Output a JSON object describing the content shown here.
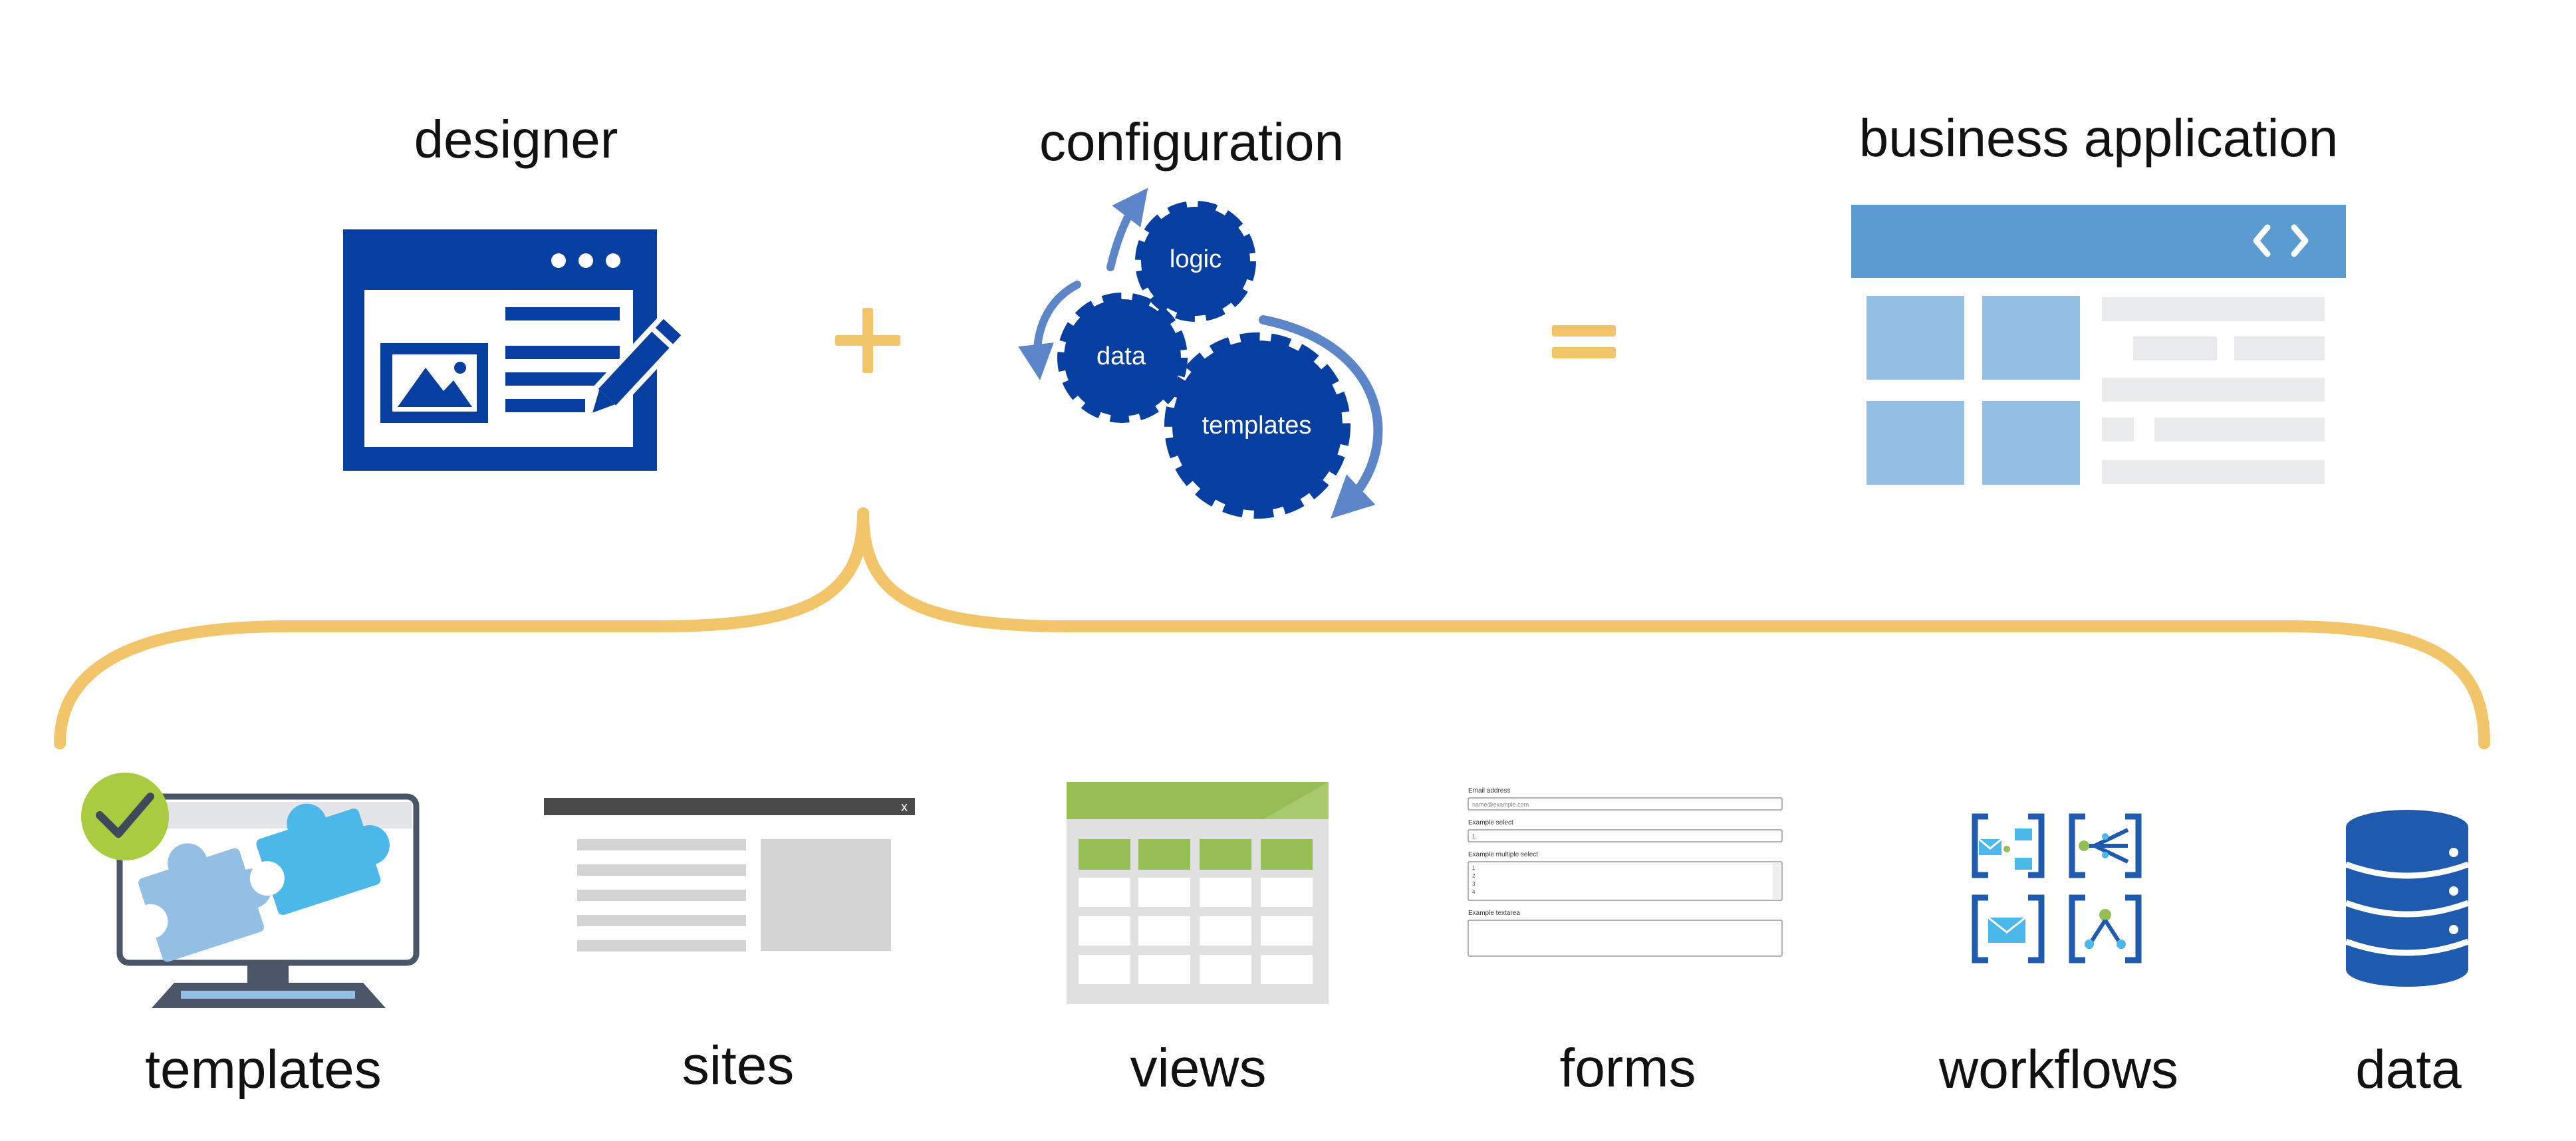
{
  "top": {
    "designer_label": "designer",
    "configuration_label": "configuration",
    "business_application_label": "business application",
    "gears": {
      "logic": "logic",
      "data": "data",
      "templates": "templates"
    },
    "operators": {
      "plus": "+",
      "equals": "="
    }
  },
  "components": [
    {
      "id": "templates",
      "label": "templates",
      "icon": "puzzle-monitor-icon"
    },
    {
      "id": "sites",
      "label": "sites",
      "icon": "site-page-icon"
    },
    {
      "id": "views",
      "label": "views",
      "icon": "table-view-icon"
    },
    {
      "id": "forms",
      "label": "forms",
      "icon": "form-fields-icon"
    },
    {
      "id": "workflows",
      "label": "workflows",
      "icon": "workflow-grid-icon"
    },
    {
      "id": "data",
      "label": "data",
      "icon": "database-icon"
    }
  ],
  "forms_preview": {
    "email_label": "Email address",
    "email_value": "name@example.com",
    "select_label": "Example select",
    "select_value": "1",
    "multi_label": "Example multiple select",
    "multi_options": [
      "1",
      "2",
      "3",
      "4"
    ],
    "textarea_label": "Example textarea"
  },
  "sites_preview": {
    "close_glyph": "x"
  },
  "colors": {
    "navy": "#063FA0",
    "light_blue": "#5C9BD2",
    "pale_blue": "#93BFE5",
    "gray_bar": "#E8EAEC",
    "brace_yellow": "#F2C56B",
    "green": "#95BE55",
    "check_green": "#A9CB3F",
    "puzzle_blue": "#4CB8EA"
  }
}
